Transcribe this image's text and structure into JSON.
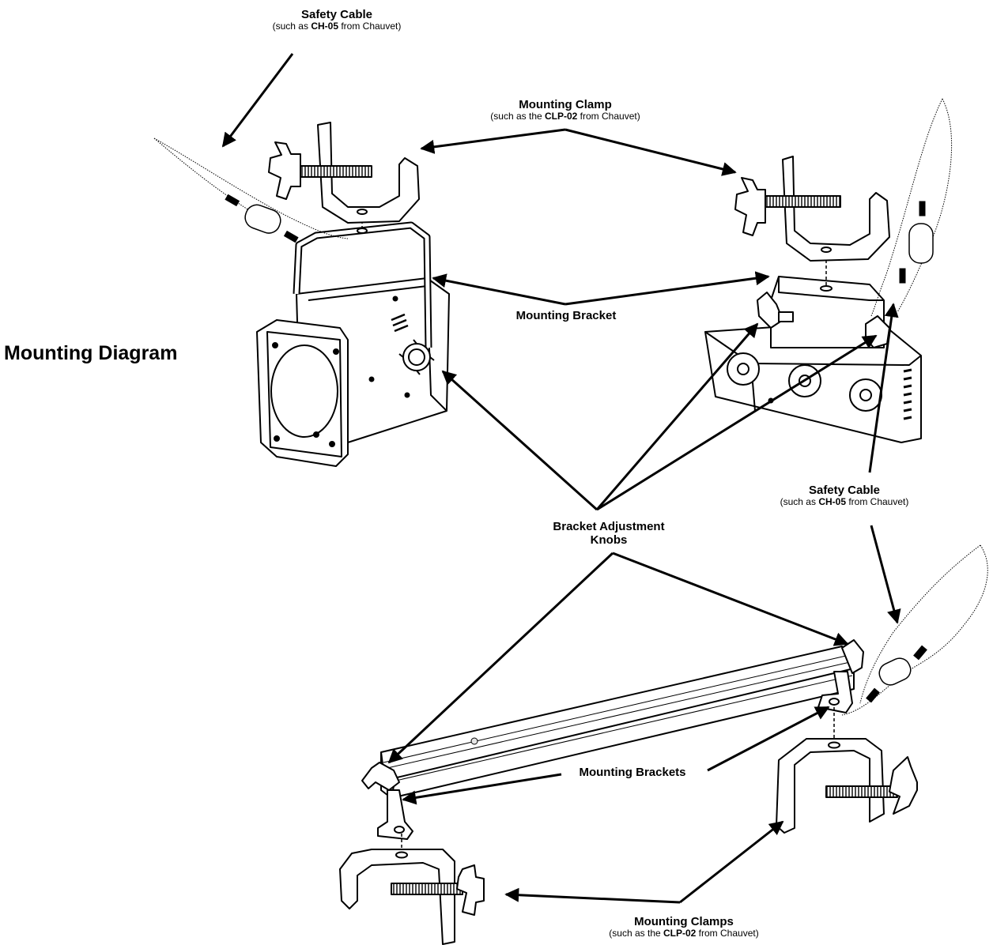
{
  "title": "Mounting Diagram",
  "labels": {
    "safety_cable_top": {
      "title": "Safety Cable",
      "pre": "(such as ",
      "model": "CH-05",
      "post": " from Chauvet)"
    },
    "mounting_clamp": {
      "title": "Mounting Clamp",
      "pre": "(such as the ",
      "model": "CLP-02",
      "post": " from Chauvet)"
    },
    "mounting_bracket": {
      "title": "Mounting Bracket"
    },
    "safety_cable_right": {
      "title": "Safety Cable",
      "pre": "(such as ",
      "model": "CH-05",
      "post": " from Chauvet)"
    },
    "bracket_knobs": {
      "line1": "Bracket Adjustment",
      "line2": "Knobs"
    },
    "mounting_brackets": {
      "title": "Mounting Brackets"
    },
    "mounting_clamps": {
      "title": "Mounting Clamps",
      "pre": "(such as the ",
      "model": "CLP-02",
      "post": " from Chauvet)"
    }
  },
  "colors": {
    "ink": "#000000",
    "paper": "#ffffff",
    "shade": "#e6e6e6"
  }
}
